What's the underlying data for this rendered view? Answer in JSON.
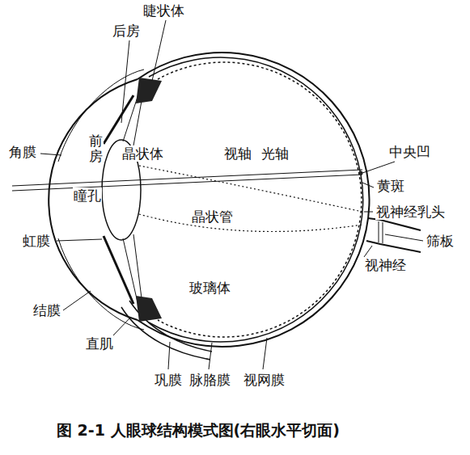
{
  "diagram": {
    "caption": "图 2-1 人眼球结构模式图(右眼水平切面)",
    "labels": [
      "睫状体",
      "后房",
      "角膜",
      "前房",
      "晶状体",
      "视轴",
      "光轴",
      "中央凹",
      "黄斑",
      "视神经乳头",
      "筛板",
      "瞳孔",
      "虹膜",
      "晶状管",
      "视神经",
      "玻璃体",
      "结膜",
      "直肌",
      "巩膜",
      "脉胳膜",
      "视网膜"
    ]
  }
}
